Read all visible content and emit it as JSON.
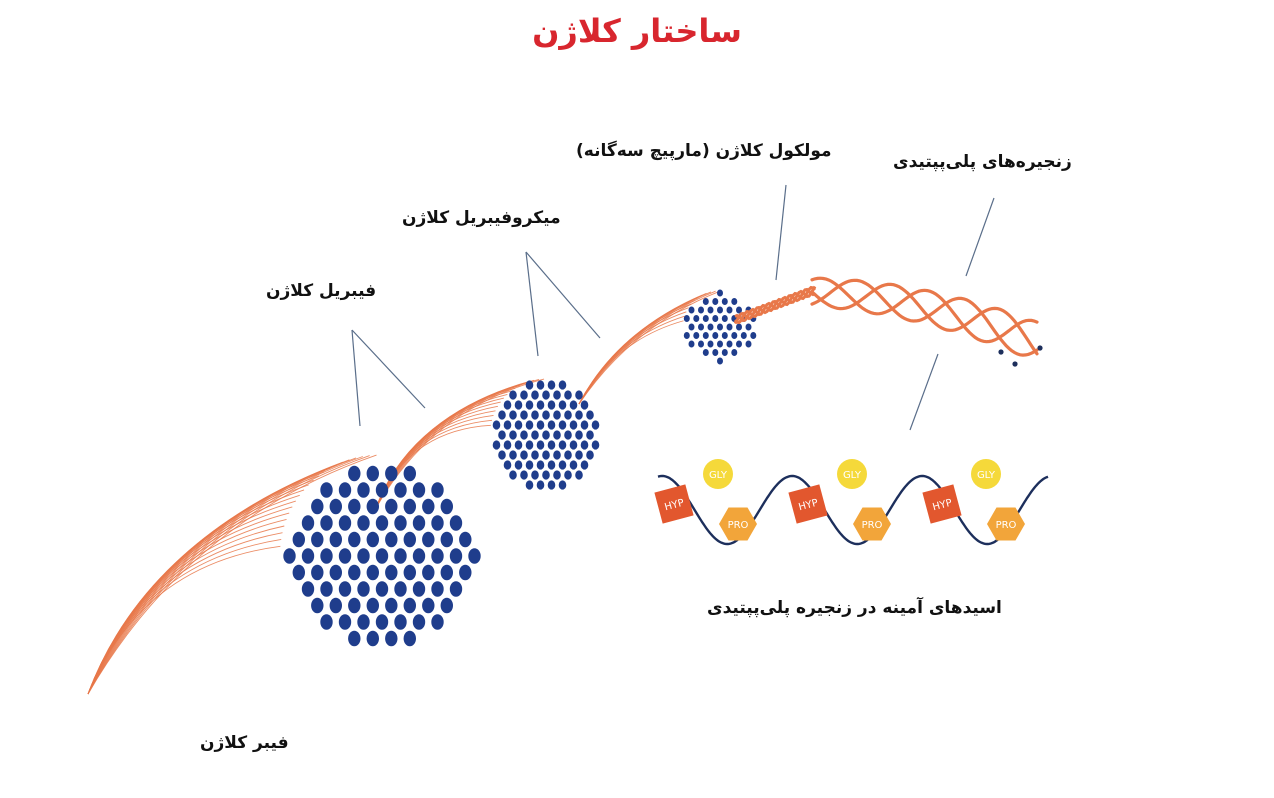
{
  "title": "ساختار کلاژن",
  "labels": {
    "fiber": "فیبر کلاژن",
    "fibril": "فیبریل کلاژن",
    "microfibril": "میکروفیبریل کلاژن",
    "molecule": "مولکول کلاژن (مارپیچ سه‌گانه)",
    "chains": "زنجیره‌های پلی‌پپتیدی",
    "amino_acids": "اسیدهای آمینه در زنجیره پلی‌پپتیدی"
  },
  "amino_units": [
    {
      "hyp": "HYP",
      "gly": "GLY",
      "pro": "PRO"
    },
    {
      "hyp": "HYP",
      "gly": "GLY",
      "pro": "PRO"
    },
    {
      "hyp": "HYP",
      "gly": "GLY",
      "pro": "PRO"
    }
  ],
  "colors": {
    "title": "#d8262e",
    "fiber_dot": "#1f3d8c",
    "strand": "#e8784a",
    "hyp": "#e2572e",
    "gly": "#f5d93a",
    "pro": "#f2a53a",
    "chain_line": "#1d2f5c",
    "pointer": "#5a6e8a"
  }
}
